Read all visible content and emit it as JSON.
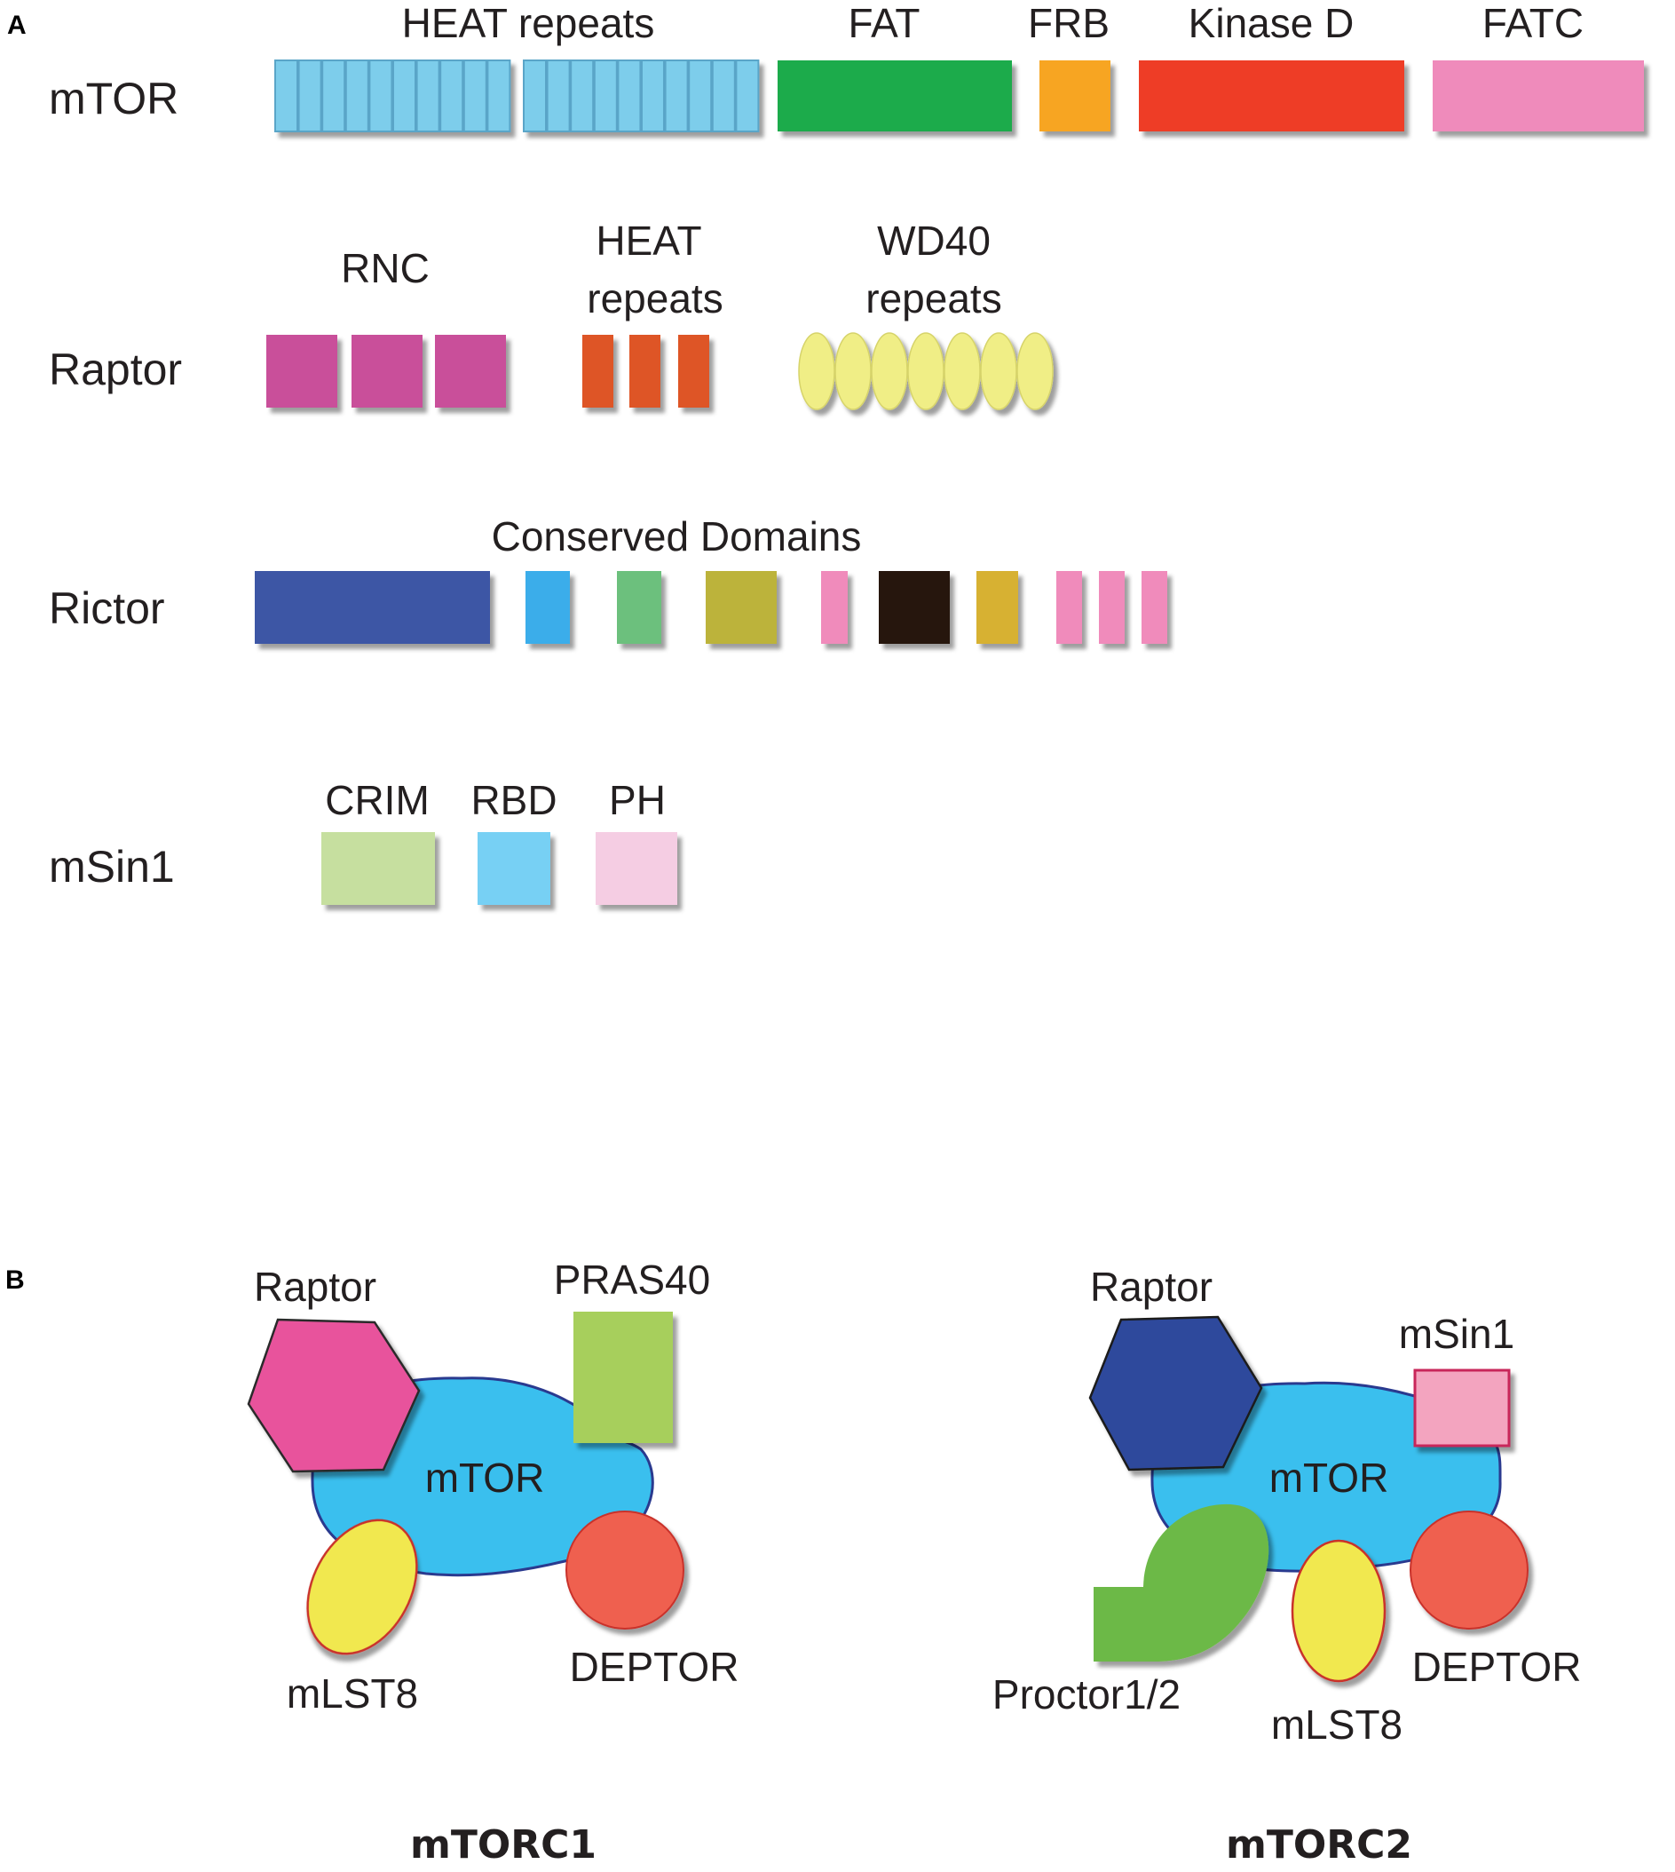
{
  "panel_a": {
    "letter": "A",
    "proteins": [
      {
        "name": "mTOR",
        "labels": [
          "HEAT repeats",
          "FAT",
          "FRB",
          "Kinase D",
          "FATC"
        ],
        "colors": {
          "heat": "#7dcdeb",
          "fat": "#1aab4b",
          "frb": "#f7a521",
          "kinase": "#ee3d26",
          "fatc": "#ef8bbb"
        }
      },
      {
        "name": "Raptor",
        "labels": [
          "RNC",
          "HEAT",
          "repeats",
          "WD40",
          "repeats"
        ],
        "colors": {
          "rnc": "#c94f9a",
          "heat": "#de5426",
          "wd40": "#f0ee86"
        }
      },
      {
        "name": "Rictor",
        "labels": [
          "Conserved Domains"
        ],
        "colors": [
          "#3e56a5",
          "#3badea",
          "#6cc07d",
          "#bcb33b",
          "#f08bbb",
          "#261610",
          "#d7b130",
          "#f08bbb",
          "#f08bbb",
          "#f08bbb"
        ]
      },
      {
        "name": "mSin1",
        "labels": [
          "CRIM",
          "RBD",
          "PH"
        ],
        "colors": {
          "crim": "#c6df9f",
          "rbd": "#77d0f4",
          "ph": "#f5cde3"
        }
      }
    ]
  },
  "panel_b": {
    "letter": "B",
    "complexes": [
      {
        "name": "mTORC1",
        "core": "mTOR",
        "components": [
          "Raptor",
          "PRAS40",
          "mLST8",
          "DEPTOR"
        ],
        "colors": {
          "mtor": "#3abfee",
          "raptor": "#e8539c",
          "pras40": "#a7cf5b",
          "mlst8": "#f1e850",
          "deptor": "#ef6050"
        }
      },
      {
        "name": "mTORC2",
        "core": "mTOR",
        "components": [
          "Raptor",
          "mSin1",
          "Proctor1/2",
          "mLST8",
          "DEPTOR"
        ],
        "colors": {
          "mtor": "#3abfee",
          "raptor": "#2e489c",
          "msin1": "#f3a4bf",
          "proctor": "#6cb946",
          "mlst8": "#f1e850",
          "deptor": "#ef6050"
        }
      }
    ]
  }
}
